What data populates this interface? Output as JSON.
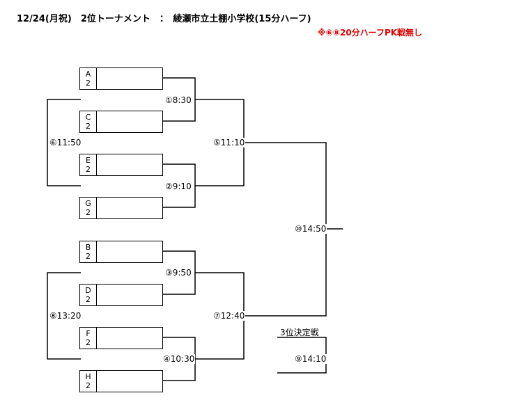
{
  "header": {
    "title": "12/24(月祝)　2位トーナメント　：　綾瀬市立土棚小学校(15分ハーフ)",
    "note": "※⑥⑧20分ハーフPK戦無し"
  },
  "teams": [
    {
      "id": "A",
      "rank": "2"
    },
    {
      "id": "C",
      "rank": "2"
    },
    {
      "id": "E",
      "rank": "2"
    },
    {
      "id": "G",
      "rank": "2"
    },
    {
      "id": "B",
      "rank": "2"
    },
    {
      "id": "D",
      "rank": "2"
    },
    {
      "id": "F",
      "rank": "2"
    },
    {
      "id": "H",
      "rank": "2"
    }
  ],
  "matches": {
    "m1": "①8:30",
    "m2": "②9:10",
    "m3": "③9:50",
    "m4": "④10:30",
    "m5": "⑤11:10",
    "m6": "⑥11:50",
    "m7": "⑦12:40",
    "m8": "⑧13:20",
    "m9": "⑨14:10",
    "m10": "⑩14:50"
  },
  "third_place": {
    "title": "3位決定戦"
  }
}
